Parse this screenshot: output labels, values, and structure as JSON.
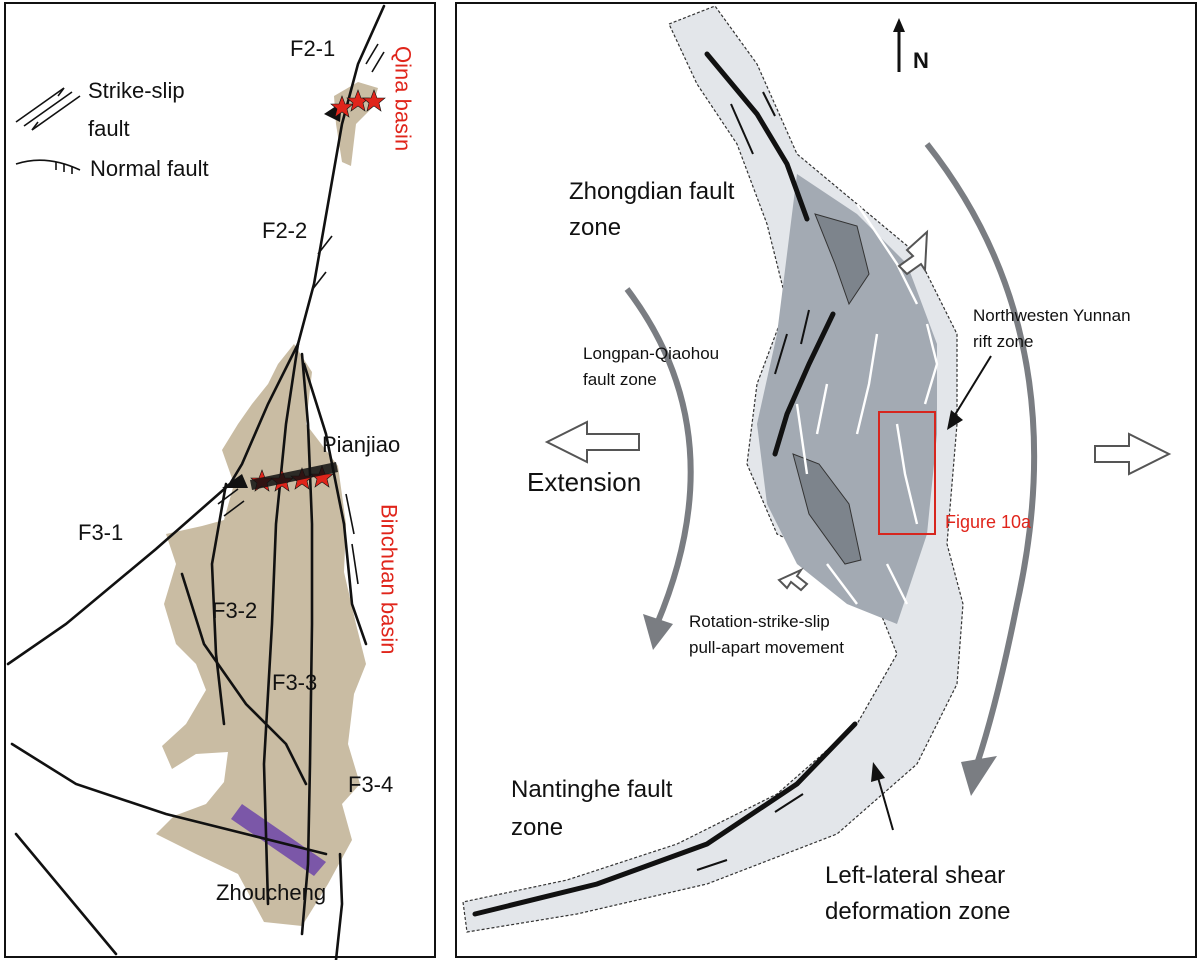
{
  "left_map": {
    "legend": {
      "strike_slip_line1": "Strike-slip",
      "strike_slip_line2": "fault",
      "normal_fault": "Normal fault"
    },
    "faults": {
      "f2_1": "F2-1",
      "f2_2": "F2-2",
      "f3_1": "F3-1",
      "f3_2": "F3-2",
      "f3_3": "F3-3",
      "f3_4": "F3-4"
    },
    "places": {
      "pianjiao": "Pianjiao",
      "zhoucheng": "Zhoucheng"
    },
    "basins": {
      "qina": "Qina basin",
      "binchuan": "Binchuan basin"
    },
    "colors": {
      "basin_fill": "#c9bca3",
      "star": "#e0251b",
      "zhoucheng_band": "#7b57a8",
      "basin_label": "#e0251b"
    }
  },
  "right_map": {
    "north": "N",
    "labels": {
      "zhongdian_line1": "Zhongdian fault",
      "zhongdian_line2": "zone",
      "longpan_line1": "Longpan-Qiaohou",
      "longpan_line2": "fault zone",
      "extension": "Extension",
      "nw_yunnan_line1": "Northwesten Yunnan",
      "nw_yunnan_line2": "rift zone",
      "figure_ref": "Figure 10a",
      "rotation_line1": "Rotation-strike-slip",
      "rotation_line2": "pull-apart movement",
      "nantinghe_line1": "Nantinghe fault",
      "nantinghe_line2": "zone",
      "shear_line1": "Left-lateral shear",
      "shear_line2": "deformation zone"
    },
    "colors": {
      "outer_zone": "#e3e6ea",
      "inner_rift": "#a3aab3",
      "arrows": "#7a7d82",
      "figure_box": "#d7261e"
    }
  }
}
